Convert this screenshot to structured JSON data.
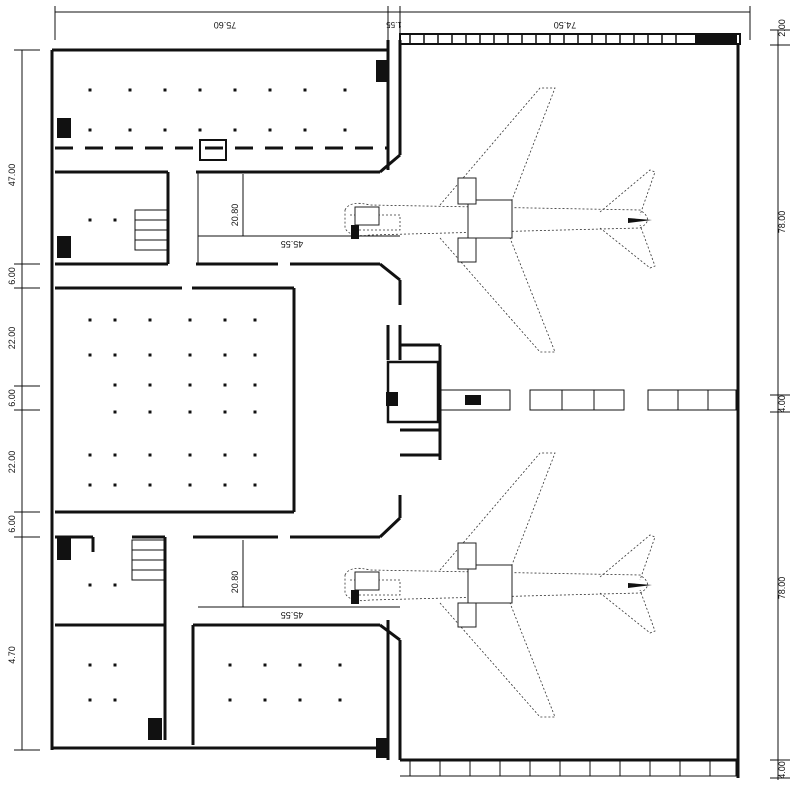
{
  "dimensions": {
    "top": [
      "75.60",
      "1.55",
      "74.50"
    ],
    "left": [
      "47.00",
      "6.00",
      "22.00",
      "6.00",
      "22.00",
      "6.00",
      "4.70"
    ],
    "right": [
      "2.00",
      "78.00",
      "4.00",
      "78.00",
      "4.00"
    ],
    "stand_upper": [
      "20.80",
      "45.55"
    ],
    "stand_lower": [
      "20.80",
      "45.55"
    ]
  }
}
